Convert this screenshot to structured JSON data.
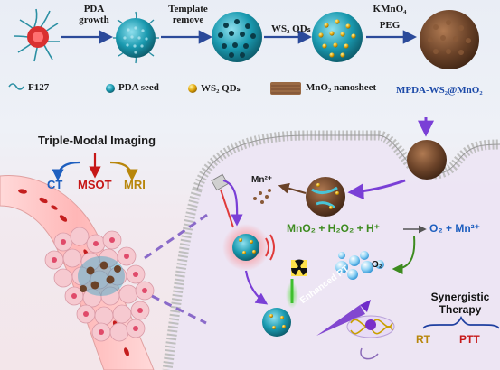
{
  "synthesis": {
    "step1": [
      "PDA",
      "growth"
    ],
    "step2": [
      "Template",
      "remove"
    ],
    "step3": "WS₂ QDₛ",
    "step4": [
      "KMnO₄",
      "PEG"
    ]
  },
  "legend": {
    "f127": "F127",
    "pda_seed": "PDA seed",
    "ws2": "WS₂ QDₛ",
    "mno2": "MnO₂ nanosheet",
    "product": "MPDA-WS₂@MnO₂"
  },
  "imaging": {
    "title": "Triple-Modal Imaging",
    "modes": [
      "CT",
      "MSOT",
      "MRI"
    ]
  },
  "reaction": {
    "left": "MnO₂ + H₂O₂ + H⁺",
    "right": "O₂ + Mn²⁺"
  },
  "labels": {
    "mn_ions": "Mn²⁺",
    "o2": "O₂",
    "enhanced_rt": "Enhanced RT"
  },
  "therapy": {
    "title": [
      "Synergistic",
      "Therapy"
    ],
    "rt": "RT",
    "ptt": "PTT"
  },
  "colors": {
    "arrow": "#2b4a9a",
    "ct": "#1e5fbf",
    "msot": "#c61818",
    "mri": "#b8860b",
    "reaction": "#3d8b1f",
    "product_label": "#1c4aa8"
  }
}
